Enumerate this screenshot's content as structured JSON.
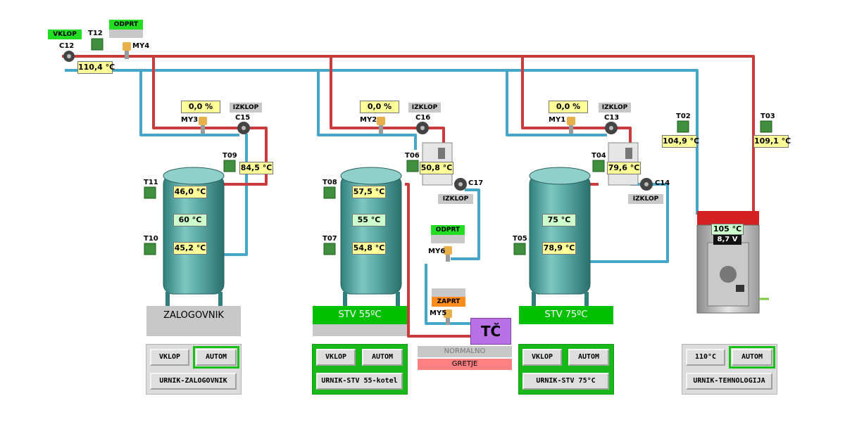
{
  "top": {
    "vklop_status": "VKLOP",
    "odprt_my4": "ODPRT",
    "t12_label": "T12",
    "c12_label": "C12",
    "my4_label": "MY4",
    "t12_value": "110,4 °C"
  },
  "zalogovnik": {
    "valve_pct": "0,0 %",
    "pump_status": "IZKLOP",
    "my_label": "MY3",
    "pump_label": "C15",
    "t09_label": "T09",
    "t09_value": "84,5 °C",
    "t11_label": "T11",
    "t11_value": "46,0 °C",
    "setpoint": "60 °C",
    "t10_label": "T10",
    "t10_value": "45,2 °C",
    "name": "ZALOGOVNIK",
    "btn_vklop": "VKLOP",
    "btn_autom": "AUTOM",
    "btn_urnik": "URNIK-ZALOGOVNIK"
  },
  "stv55": {
    "valve_pct": "0,0 %",
    "pump_status": "IZKLOP",
    "my_label": "MY2",
    "pump_label": "C16",
    "t06_label": "T06",
    "t06_value": "50,8 °C",
    "c17_label": "C17",
    "c17_status": "IZKLOP",
    "t08_label": "T08",
    "t08_value": "57,5 °C",
    "setpoint": "55 °C",
    "t07_label": "T07",
    "t07_value": "54,8 °C",
    "name": "STV 55ºC",
    "btn_vklop": "VKLOP",
    "btn_autom": "AUTOM",
    "btn_urnik": "URNIK-STV 55-kotel"
  },
  "heatpump": {
    "my6_status": "ODPRT",
    "my6_label": "MY6",
    "my5_status": "ZAPRT",
    "my5_label": "MY5",
    "name": "TČ",
    "mode": "NORMALNO",
    "state": "GRETJE"
  },
  "stv75": {
    "valve_pct": "0,0 %",
    "pump_status": "IZKLOP",
    "my_label": "MY1",
    "pump_label": "C13",
    "t04_label": "T04",
    "t04_value": "79,6 °C",
    "c14_label": "C14",
    "c14_status": "IZKLOP",
    "setpoint": "75 °C",
    "t05_label": "T05",
    "t05_value": "78,9 °C",
    "name": "STV 75ºC",
    "btn_vklop": "VKLOP",
    "btn_autom": "AUTOM",
    "btn_urnik": "URNIK-STV 75°C"
  },
  "boiler": {
    "t02_label": "T02",
    "t02_value": "104,9 °C",
    "t03_label": "T03",
    "t03_value": "109,1 °C",
    "temp": "105 °C",
    "voltage": "8,7 V",
    "btn_temp": "110°C",
    "btn_autom": "AUTOM",
    "btn_urnik": "URNIK-TEHNOLOGIJA"
  },
  "colors": {
    "supply_pipe": "#c83c3c",
    "return_pipe": "#46a6c8",
    "tank": "#4fa3a0",
    "active_green": "#18c018",
    "heatpump": "#b872e6"
  }
}
